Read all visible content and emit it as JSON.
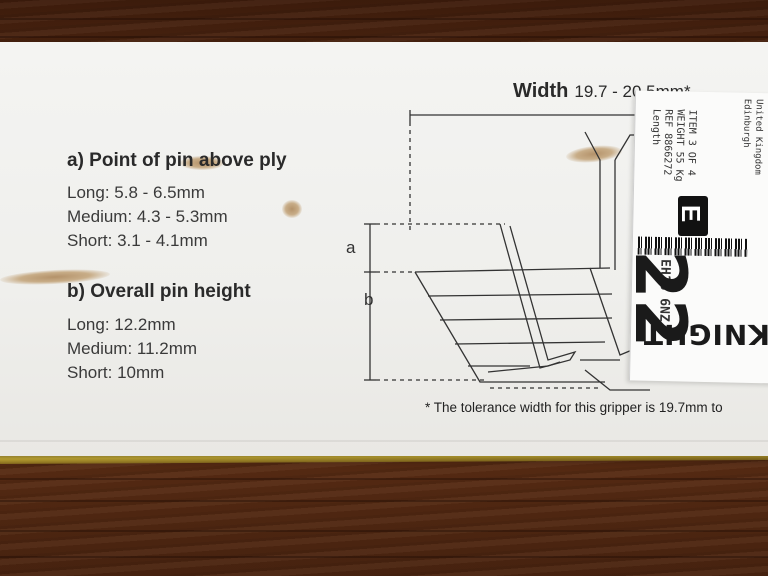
{
  "section_a": {
    "title": "a) Point of pin above ply",
    "items": [
      {
        "text": "Long: 5.8 - 6.5mm"
      },
      {
        "text": "Medium: 4.3 - 5.3mm"
      },
      {
        "text": "Short: 3.1 - 4.1mm"
      }
    ]
  },
  "section_b": {
    "title": "b) Overall pin height",
    "items": [
      {
        "text": "Long: 12.2mm"
      },
      {
        "text": "Medium: 11.2mm"
      },
      {
        "text": "Short: 10mm"
      }
    ]
  },
  "width_heading": {
    "label": "Width",
    "value": "19.7 - 20.5mm*"
  },
  "diagram": {
    "label_a": "a",
    "label_b": "b"
  },
  "footnote": "* The tolerance width for this gripper is 19.7mm to",
  "shipping_label": {
    "country": "United Kingdom",
    "city": "Edinburgh",
    "item": "ITEM 3 OF 4",
    "weight": "WEIGHT 55 Kg",
    "reference": "REF 8866272",
    "length": "Length",
    "sorter_code": "E",
    "postcode": "EH16 6NZ",
    "route_number": "22",
    "carrier": "KNIGHT"
  },
  "colors": {
    "box": "#f1f1ef",
    "wood": "#5b2d15",
    "tape_yellow": "#e1c33c",
    "text": "#2a2a2a"
  }
}
